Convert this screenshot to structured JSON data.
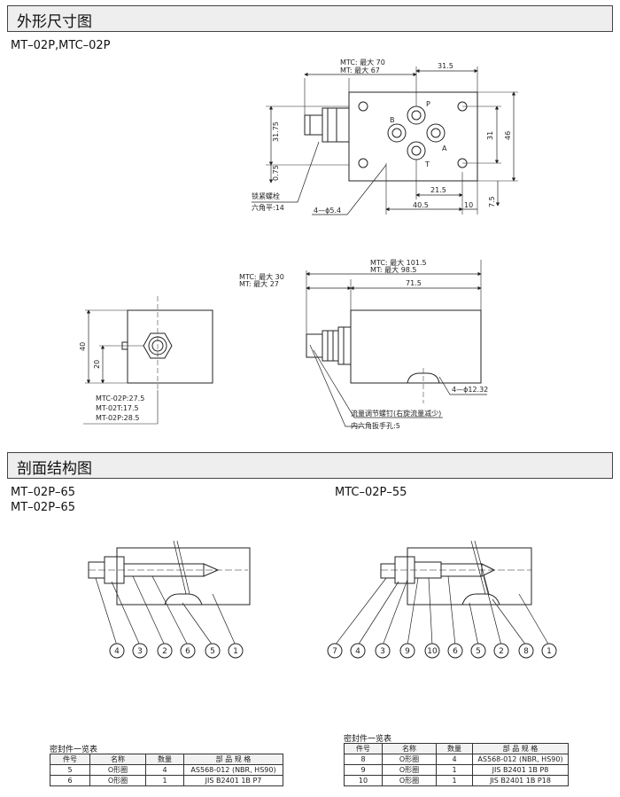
{
  "sections": {
    "outline_title": "外形尺寸图",
    "section_title": "剖面结构图"
  },
  "models": {
    "outline": "MT–02P,MTC–02P",
    "left_1": "MT–02P–65",
    "left_2": "MT–02P–65",
    "right": "MTC–02P–55"
  },
  "top_view": {
    "len_mtc": "MTC: 最大  70",
    "len_mt": "MT: 最大  67",
    "d_31_5": "31.5",
    "d_31_75": "31.75",
    "d_0_75": "0.75",
    "d_31": "31",
    "d_46": "46",
    "d_21_5": "21.5",
    "d_40_5": "40.5",
    "d_10": "10",
    "d_7_5": "7.5",
    "port_p": "P",
    "port_b": "B",
    "port_a": "A",
    "port_t": "T",
    "lock_bolt": "锁紧螺栓",
    "hex": "六角平:14",
    "holes": "4—ϕ5.4"
  },
  "front_view": {
    "len_mtc": "MTC: 最大  30",
    "len_mt": "MT: 最大  27",
    "d_40": "40",
    "d_20": "20",
    "note_1": "MTC-02P:27.5",
    "note_2": "MT-02T:17.5",
    "note_3": "MT-02P:28.5"
  },
  "side_view": {
    "len_mtc": "MTC: 最大  101.5",
    "len_mt": "MT: 最大  98.5",
    "d_71_5": "71.5",
    "holes": "4—ϕ12.32",
    "screw_note": "流量调节螺钉(右旋流量减少)",
    "wrench_note": "内六角扳手孔:5"
  },
  "left_balloons": [
    "4",
    "3",
    "2",
    "6",
    "5",
    "1"
  ],
  "right_balloons": [
    "7",
    "4",
    "3",
    "9",
    "10",
    "6",
    "5",
    "2",
    "8",
    "1"
  ],
  "table_left": {
    "title": "密封件一览表",
    "headers": [
      "件号",
      "名称",
      "数量",
      "部 品 规 格"
    ],
    "rows": [
      [
        "5",
        "O形圈",
        "4",
        "AS568-012 (NBR, HS90)"
      ],
      [
        "6",
        "O形圈",
        "1",
        "JIS B2401 1B P7"
      ]
    ]
  },
  "table_right": {
    "title": "密封件一览表",
    "headers": [
      "件号",
      "名称",
      "数量",
      "部 品 规 格"
    ],
    "rows": [
      [
        "8",
        "O形圈",
        "4",
        "AS568-012 (NBR, HS90)"
      ],
      [
        "9",
        "O形圈",
        "1",
        "JIS B2401 1B P8"
      ],
      [
        "10",
        "O形圈",
        "1",
        "JIS B2401 1B P18"
      ]
    ]
  }
}
